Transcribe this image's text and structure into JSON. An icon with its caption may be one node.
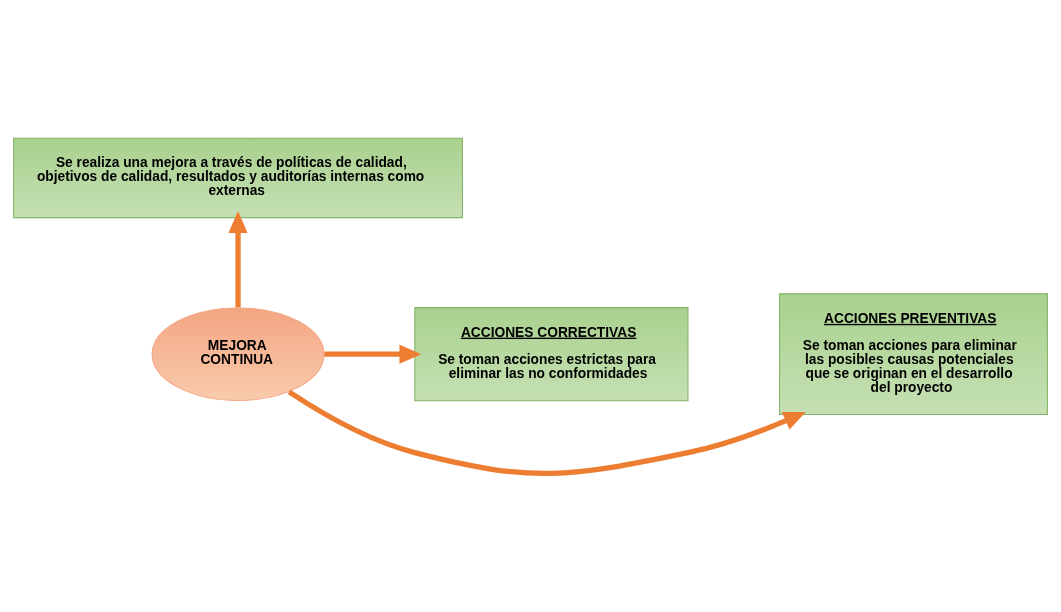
{
  "diagram": {
    "nodes": [
      {
        "text": [
          "Se realiza una mejora a través de políticas de calidad, objetivos de calidad, resultados y auditorías internas como externas"
        ]
      },
      {
        "text": [
          "MEJORA CONTINUA"
        ]
      },
      {
        "text": [
          "ACCIONES CORRECTIVAS",
          "Se toman acciones estrictas para eliminar las no conformidades"
        ]
      },
      {
        "text": [
          "ACCIONES PREVENTIVAS",
          "Se toman acciones para eliminar las posibles causas potenciales que se originan en el desarrollo del proyecto"
        ]
      }
    ],
    "edges": [
      {
        "from": 1,
        "to": 0,
        "arrow": "to"
      },
      {
        "from": 1,
        "to": 2,
        "arrow": "to"
      },
      {
        "from": 1,
        "to": 3,
        "arrow": "to"
      }
    ]
  }
}
